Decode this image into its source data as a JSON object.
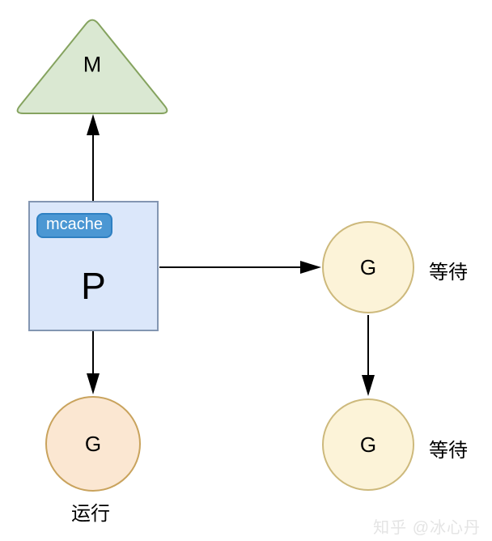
{
  "diagram": {
    "machine": {
      "label": "M"
    },
    "processor": {
      "label": "P",
      "badge_label": "mcache"
    },
    "goroutine_running": {
      "label": "G",
      "status": "运行"
    },
    "goroutine_waiting_top": {
      "label": "G",
      "status": "等待"
    },
    "goroutine_waiting_bottom": {
      "label": "G",
      "status": "等待"
    },
    "watermark": "知乎 @冰心丹",
    "colors": {
      "triangle_fill": "#dae8d2",
      "triangle_border": "#85a35f",
      "processor_fill": "#dbe7fa",
      "processor_border": "#8396b2",
      "badge_fill": "#4b97d3",
      "badge_border": "#2e80c2",
      "badge_text": "#ffffff",
      "waiting_fill": "#fcf3d8",
      "waiting_border": "#cdb97c",
      "running_fill": "#fbe7d2",
      "running_border": "#c9a35d",
      "arrow": "#000000",
      "watermark_text": "#e4e4e4",
      "background": "#ffffff"
    }
  }
}
